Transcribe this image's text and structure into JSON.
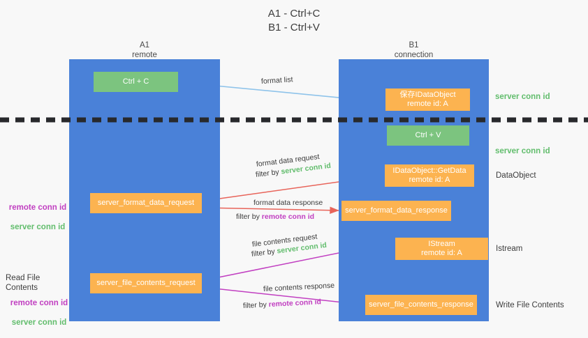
{
  "title": "A1 - Ctrl+C\nB1 - Ctrl+V",
  "columns": {
    "a1": "A1\nremote",
    "b1": "B1\nconnection"
  },
  "boxes": {
    "ctrl_c": "Ctrl + C",
    "save_idataobject": "保存IDataObject\nremote id: A",
    "ctrl_v": "Ctrl + V",
    "getdata": "IDataObject::GetData\nremote id: A",
    "format_data_request": "server_format_data_request",
    "format_data_response": "server_format_data_response",
    "istream": "IStream\nremote id: A",
    "file_contents_request": "server_file_contents_request",
    "file_contents_response": "server_file_contents_response"
  },
  "flow_labels": {
    "format_list": "format list",
    "format_data_request": "format data request",
    "format_data_request_filter_prefix": "filter by ",
    "format_data_request_filter_value": "server conn id",
    "format_data_response": "format data response",
    "format_data_response_filter_prefix": "filter by ",
    "format_data_response_filter_value": "remote conn id",
    "file_contents_request": "file contents request",
    "file_contents_request_filter_prefix": "filter by ",
    "file_contents_request_filter_value": "server conn id",
    "file_contents_response": "file contents response",
    "file_contents_response_filter_prefix": "filter by ",
    "file_contents_response_filter_value": "remote conn id"
  },
  "right_annotations": {
    "server_conn_id_top": "server conn id",
    "server_conn_id_mid": "server conn id",
    "dataobject": "DataObject",
    "istream": "Istream",
    "write_file_contents": "Write File Contents"
  },
  "left_annotations": {
    "remote_conn_id": "remote conn id",
    "server_conn_id": "server conn id",
    "read_file_contents": "Read File Contents",
    "remote_conn_id_2": "remote conn id",
    "server_conn_id_2": "server conn id"
  },
  "colors": {
    "lifeline_blue": "#4a81d8",
    "box_green": "#7cc47f",
    "box_orange": "#fcb350",
    "arrow_lightblue": "#8ec3ea",
    "arrow_red": "#e8645a",
    "arrow_magenta": "#c13fc1",
    "arrow_black": "#111111",
    "text_green": "#62bd6d",
    "text_magenta": "#c13fc1",
    "background": "#f8f8f8"
  }
}
